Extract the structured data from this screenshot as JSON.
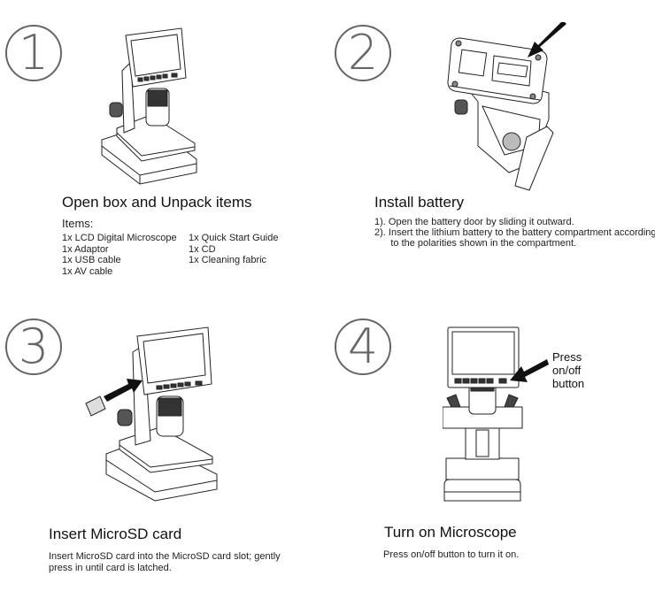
{
  "steps": [
    {
      "number": "1",
      "title": "Open box and Unpack items",
      "items_heading": "Items:",
      "items_left": [
        "1x LCD Digital Microscope",
        "1x Adaptor",
        "1x USB cable",
        "1x AV cable"
      ],
      "items_right": [
        "1x Quick Start Guide",
        "1x CD",
        "1x Cleaning fabric"
      ]
    },
    {
      "number": "2",
      "title": "Install battery",
      "instructions": [
        "1). Open the battery door by sliding it outward.",
        "2). Insert the lithium battery to the battery compartment according",
        "      to the polarities shown in the compartment."
      ]
    },
    {
      "number": "3",
      "title": "Insert MicroSD card",
      "instructions": [
        "Insert MicroSD card into the MicroSD card slot; gently",
        "press in until card is latched."
      ]
    },
    {
      "number": "4",
      "title": "Turn on Microscope",
      "callout": [
        "Press on/off",
        "button"
      ],
      "instructions": [
        "Press on/off button to turn it on."
      ]
    }
  ]
}
